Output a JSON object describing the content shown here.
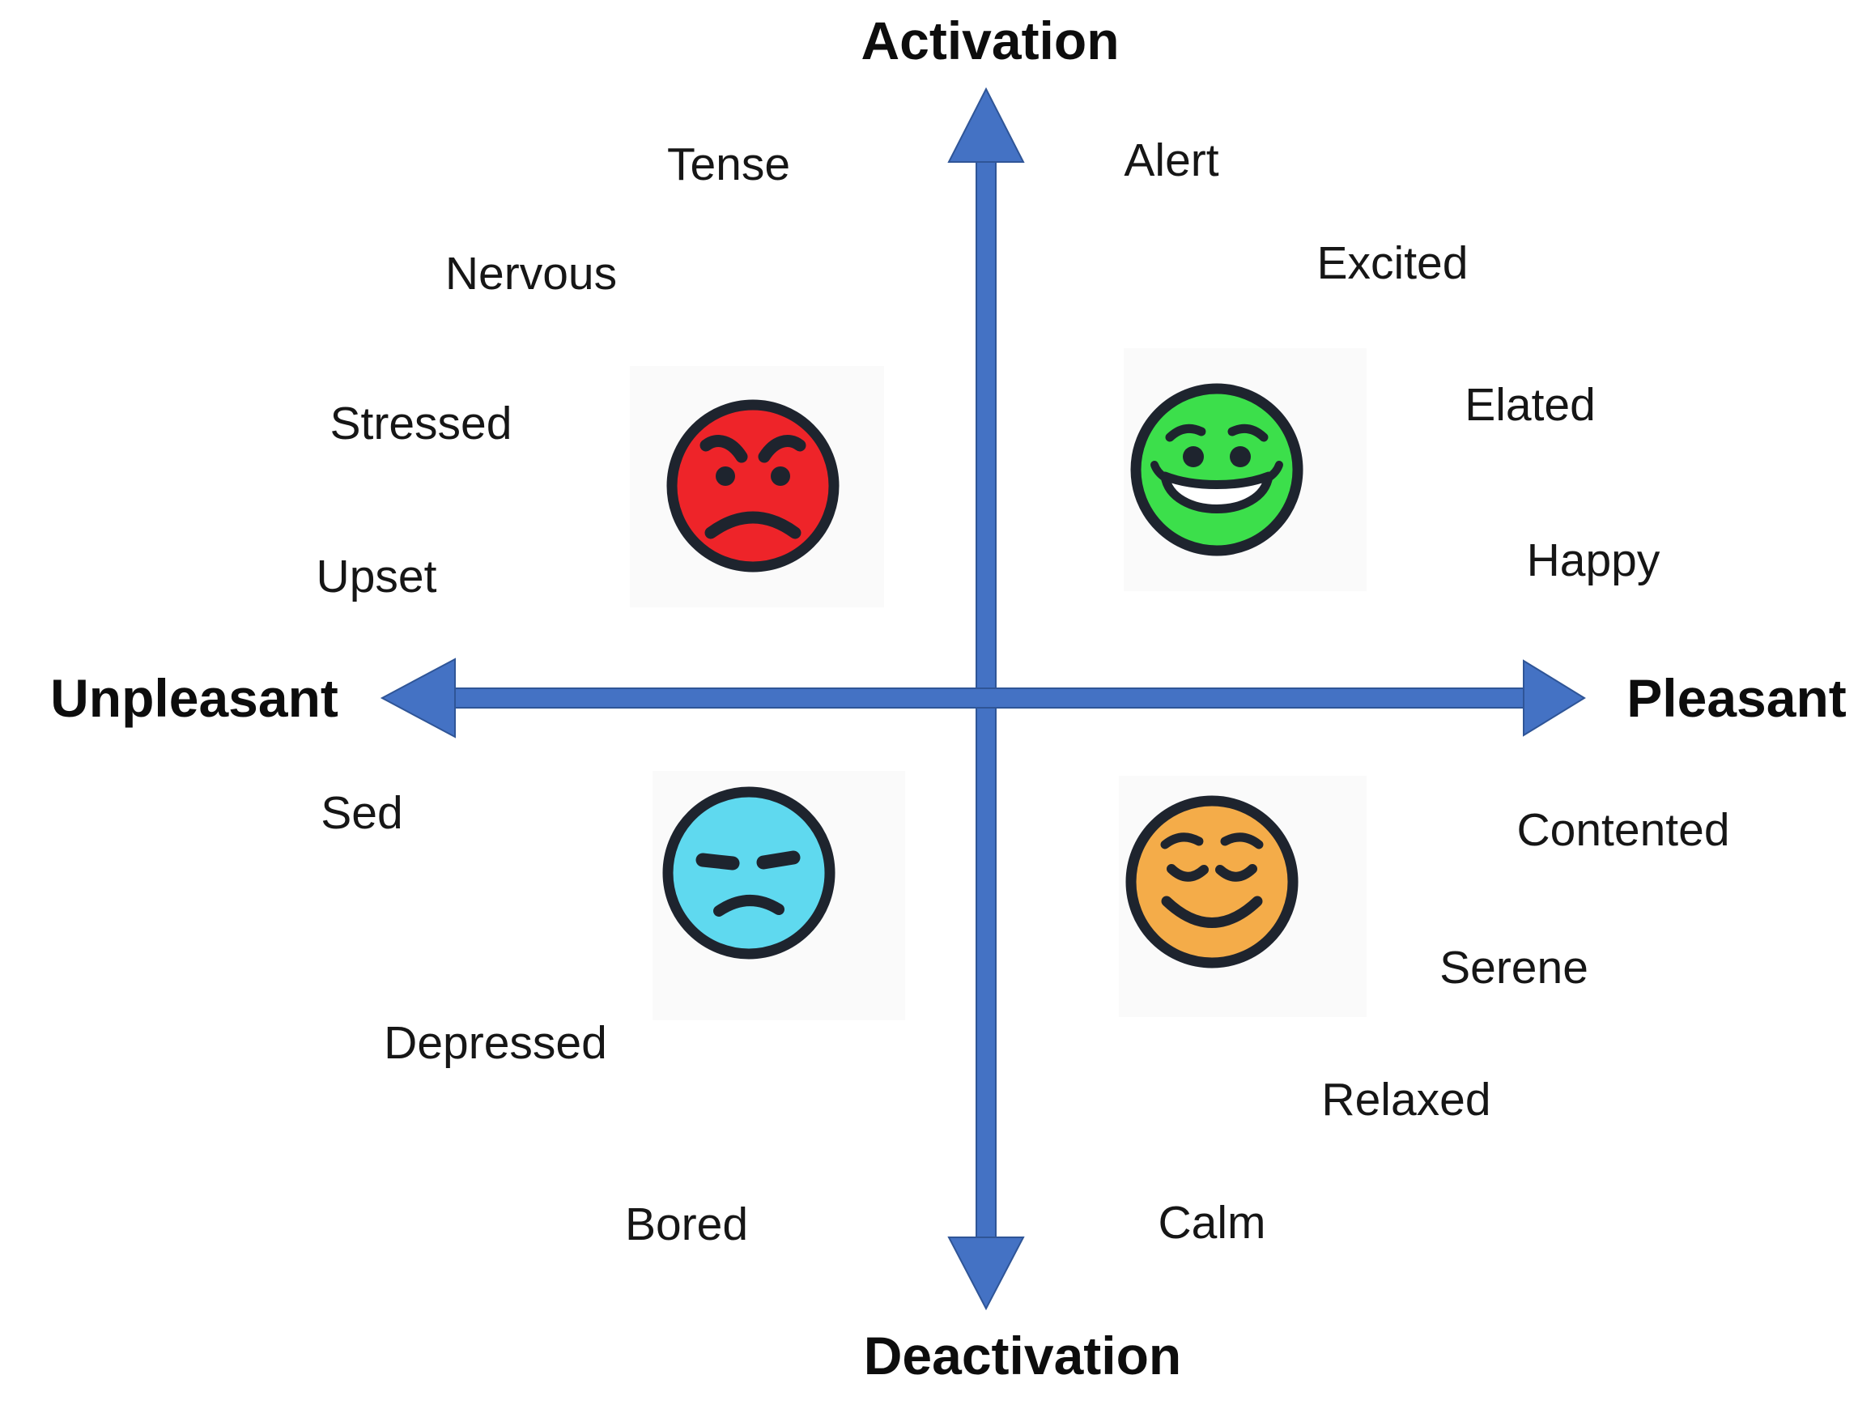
{
  "diagram": {
    "axes": {
      "top": "Activation",
      "bottom": "Deactivation",
      "left": "Unpleasant",
      "right": "Pleasant"
    },
    "emotions": {
      "tense": "Tense",
      "nervous": "Nervous",
      "stressed": "Stressed",
      "upset": "Upset",
      "alert": "Alert",
      "excited": "Excited",
      "elated": "Elated",
      "happy": "Happy",
      "sed": "Sed",
      "depressed": "Depressed",
      "bored": "Bored",
      "contented": "Contented",
      "serene": "Serene",
      "relaxed": "Relaxed",
      "calm": "Calm"
    },
    "quadrants": {
      "activation_unpleasant": [
        "Tense",
        "Nervous",
        "Stressed",
        "Upset"
      ],
      "activation_pleasant": [
        "Alert",
        "Excited",
        "Elated",
        "Happy"
      ],
      "deactivation_unpleasant": [
        "Sed",
        "Depressed",
        "Bored"
      ],
      "deactivation_pleasant": [
        "Contented",
        "Serene",
        "Relaxed",
        "Calm"
      ]
    },
    "colors": {
      "axis_fill": "#4472C4",
      "axis_edge": "#2F5597",
      "text": "#161616",
      "face_outline": "#1E242E",
      "angry_face": "#EE2429",
      "grinning_face": "#3CDF4B",
      "tired_face": "#5FD9EF",
      "relieved_face": "#F4AC49",
      "grin_teeth": "#FFFFFF"
    }
  }
}
